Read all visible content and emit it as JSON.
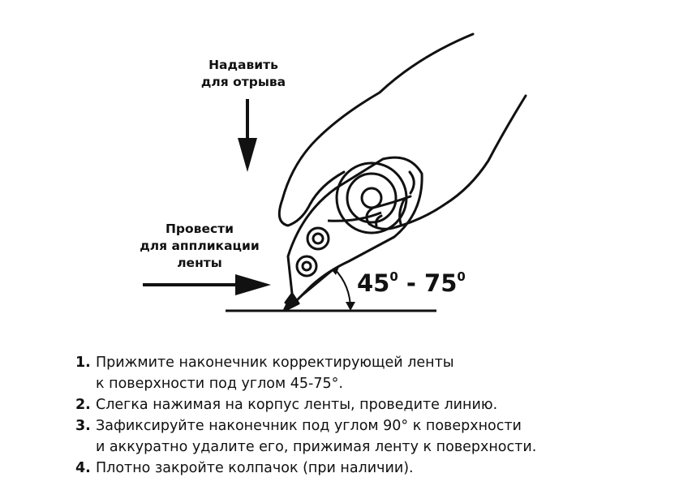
{
  "labels": {
    "press_line1": "Надавить",
    "press_line2": "для отрыва",
    "apply_line1": "Провести",
    "apply_line2": "для аппликации",
    "apply_line3": "ленты"
  },
  "angle": {
    "from": "45",
    "from_sup": "0",
    "dash": " - ",
    "to": "75",
    "to_sup": "0"
  },
  "steps": [
    {
      "num": "1.",
      "line1": "Прижмите наконечник корректирующей ленты",
      "line2": "к поверхности под углом 45-75°."
    },
    {
      "num": "2.",
      "line1": "Слегка нажимая на корпус ленты, проведите линию."
    },
    {
      "num": "3.",
      "line1": "Зафиксируйте наконечник под углом 90° к поверхности",
      "line2": "и аккуратно удалите его, прижимая ленту к поверхности."
    },
    {
      "num": "4.",
      "line1": "Плотно закройте колпачок (при наличии)."
    }
  ],
  "colors": {
    "ink": "#111111",
    "background": "#ffffff"
  }
}
